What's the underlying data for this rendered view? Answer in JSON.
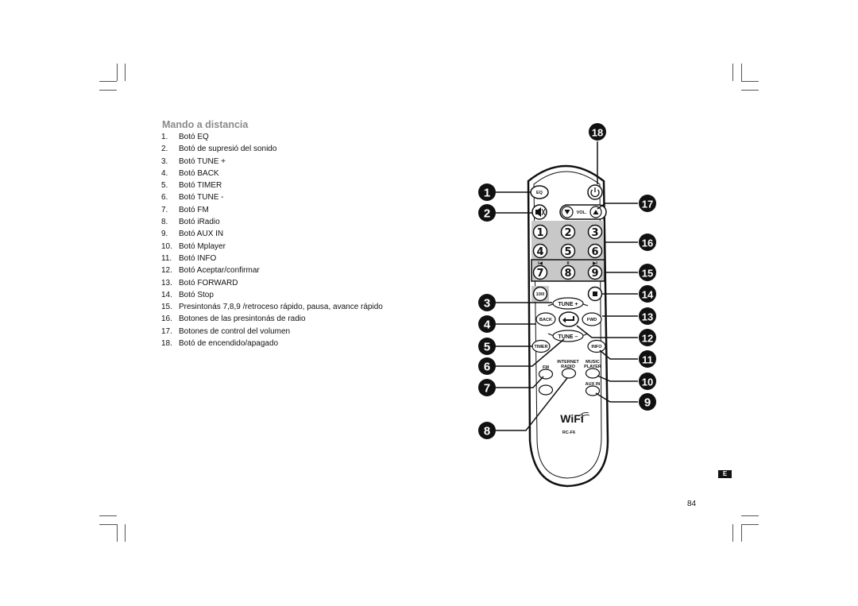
{
  "section_title": "Mando a distancia",
  "items": [
    {
      "num": "1.",
      "text": "Botó EQ"
    },
    {
      "num": "2.",
      "text": "Botó de supresió del sonido"
    },
    {
      "num": "3.",
      "text": "Botó TUNE +"
    },
    {
      "num": "4.",
      "text": "Botó BACK"
    },
    {
      "num": "5.",
      "text": "Botó TIMER"
    },
    {
      "num": "6.",
      "text": "Botó TUNE -"
    },
    {
      "num": "7.",
      "text": "Botó FM"
    },
    {
      "num": "8.",
      "text": "Botó iRadio"
    },
    {
      "num": "9.",
      "text": "Botó AUX IN"
    },
    {
      "num": "10.",
      "text": "Botó Mplayer"
    },
    {
      "num": "11.",
      "text": "Botó INFO"
    },
    {
      "num": "12.",
      "text": "Botó Aceptar/confirmar"
    },
    {
      "num": "13.",
      "text": "Botó FORWARD"
    },
    {
      "num": "14.",
      "text": "Botó Stop"
    },
    {
      "num": "15.",
      "text": "Presintonás 7,8,9 /retroceso rápido, pausa, avance rápido"
    },
    {
      "num": "16.",
      "text": "Botones de las presintonás de radio"
    },
    {
      "num": "17.",
      "text": "Botones de control del volumen"
    },
    {
      "num": "18.",
      "text": "Botó de encendido/apagado"
    }
  ],
  "remote": {
    "eq": "EQ",
    "vol": "VOL.",
    "keys": [
      "1",
      "2",
      "3",
      "4",
      "5",
      "6",
      "7",
      "8",
      "9"
    ],
    "ten": "10/0",
    "transport": [
      "I◀",
      "II",
      "▶I"
    ],
    "tune_plus": "TUNE +",
    "tune_minus": "TUNE –",
    "back": "BACK",
    "fwd": "FWD",
    "timer": "TIMER",
    "info": "INFO",
    "fm": "FM",
    "internet_radio": [
      "INTERNET",
      "RADIO"
    ],
    "music_player": [
      "MUSIC",
      "PLAYER"
    ],
    "aux_in": "AUX IN",
    "wifi": "WiFi",
    "model": "RC-F6"
  },
  "callouts": [
    "1",
    "2",
    "3",
    "4",
    "5",
    "6",
    "7",
    "8",
    "9",
    "10",
    "11",
    "12",
    "13",
    "14",
    "15",
    "16",
    "17",
    "18"
  ],
  "language_badge": "E",
  "page_number": "84"
}
